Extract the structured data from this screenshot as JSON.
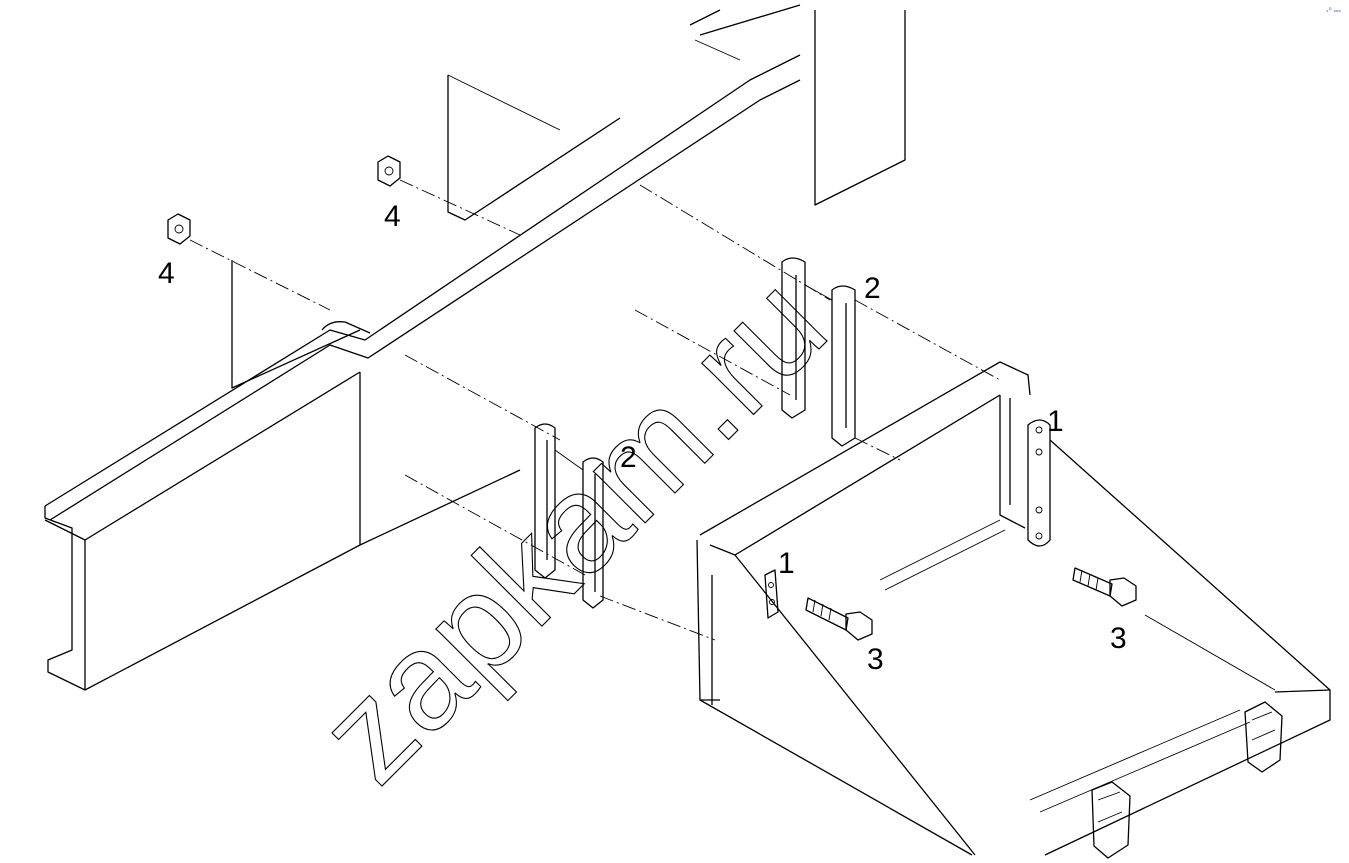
{
  "callouts": {
    "c1a": "1",
    "c1b": "1",
    "c2a": "2",
    "c2b": "2",
    "c3a": "3",
    "c3b": "3",
    "c4a": "4",
    "c4b": "4"
  },
  "watermark": "zapkam.ru",
  "corner_mark": "ₓᴰ ₒₒₒ"
}
